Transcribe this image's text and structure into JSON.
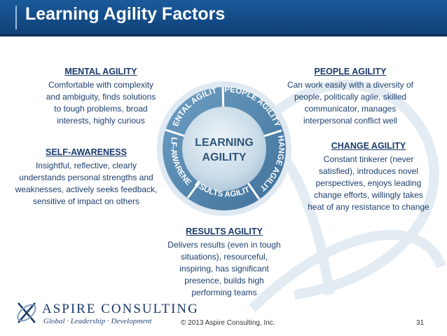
{
  "title": "Learning Agility Factors",
  "diagram": {
    "center_line1": "LEARNING",
    "center_line2": "AGILITY",
    "ring_labels": [
      "MENTAL AGILITY",
      "PEOPLE AGILITY",
      "CHANGE AGILITY",
      "RESULTS AGILITY",
      "SELF-AWARENESS"
    ]
  },
  "factors": {
    "mental": {
      "heading": "MENTAL AGILITY",
      "lines": [
        "Comfortable with complexity",
        "and ambiguity, finds solutions",
        "to tough problems, broad",
        "interests, highly curious"
      ]
    },
    "people": {
      "heading": "PEOPLE AGILITY",
      "lines": [
        "Can work easily with a diversity of",
        "people, politically agile, skilled",
        "communicator, manages",
        "interpersonal conflict well"
      ]
    },
    "self": {
      "heading": "SELF-AWARENESS",
      "lines": [
        "Insightful, reflective, clearly",
        "understands personal strengths and",
        "weaknesses, actively seeks feedback,",
        "sensitive of impact on others"
      ]
    },
    "change": {
      "heading": "CHANGE AGILITY",
      "lines": [
        "Constant tinkerer (never",
        "satisfied), introduces novel",
        "perspectives, enjoys leading",
        "change efforts, willingly takes",
        "heat of any resistance to change"
      ]
    },
    "results": {
      "heading": "RESULTS AGILITY",
      "lines": [
        "Delivers results (even in tough",
        "situations), resourceful,",
        "inspiring, has significant",
        "presence, builds high",
        "performing teams"
      ]
    }
  },
  "footer": {
    "brand": "ASPIRE CONSULTING",
    "tagline": "Global · Leadership · Development",
    "copyright": "© 2013 Aspire Consulting, Inc.",
    "page_number": "31"
  },
  "colors": {
    "title_bar": "#1b5a9a",
    "text_navy": "#1d3f6e",
    "ring": "#5b8db3",
    "center": "#c9dbe8"
  }
}
